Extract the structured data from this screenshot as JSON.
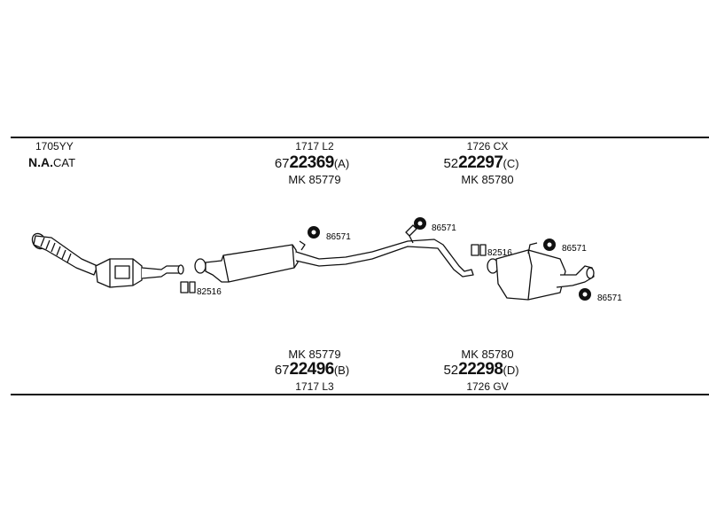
{
  "top_labels": {
    "catalyst_code": "1705YY",
    "catalyst_title_bold": "N.A.",
    "catalyst_title_rest": "CAT",
    "front_code": "1717 L2",
    "front_part_prefix": "67",
    "front_part_main": "22369",
    "front_part_suffix": "(A)",
    "front_kit": "MK 85779",
    "rear_code": "1726 CX",
    "rear_part_prefix": "52",
    "rear_part_main": "22297",
    "rear_part_suffix": "(C)",
    "rear_kit": "MK 85780"
  },
  "bottom_labels": {
    "front_kit": "MK 85779",
    "front_part_prefix": "67",
    "front_part_main": "22496",
    "front_part_suffix": "(B)",
    "front_code": "1717 L3",
    "rear_kit": "MK 85780",
    "rear_part_prefix": "52",
    "rear_part_main": "22298",
    "rear_part_suffix": "(D)",
    "rear_code": "1726 GV"
  },
  "refs": {
    "clamp_front": "82516",
    "hanger_mid": "86571",
    "hanger_pipe": "86571",
    "clamp_rear": "82516",
    "hanger_rear_top": "86571",
    "hanger_rear_bottom": "86571"
  }
}
